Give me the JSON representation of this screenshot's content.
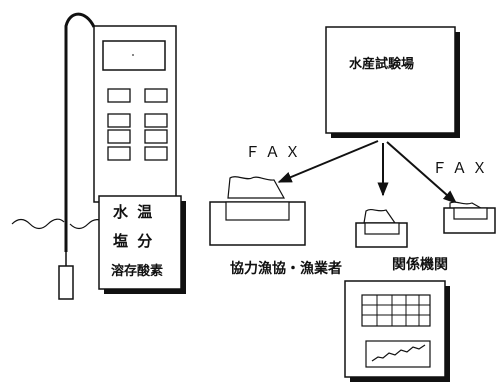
{
  "meter_labels": {
    "water_temp": "水 温",
    "salinity": "塩 分",
    "dissolved_oxygen": "溶存酸素"
  },
  "station_label": "水産試験場",
  "fax_left": "ＦＡＸ",
  "fax_right": "ＦＡＸ",
  "receiver_fishery": "協力漁協・漁業者",
  "receiver_agencies": "関係機関"
}
